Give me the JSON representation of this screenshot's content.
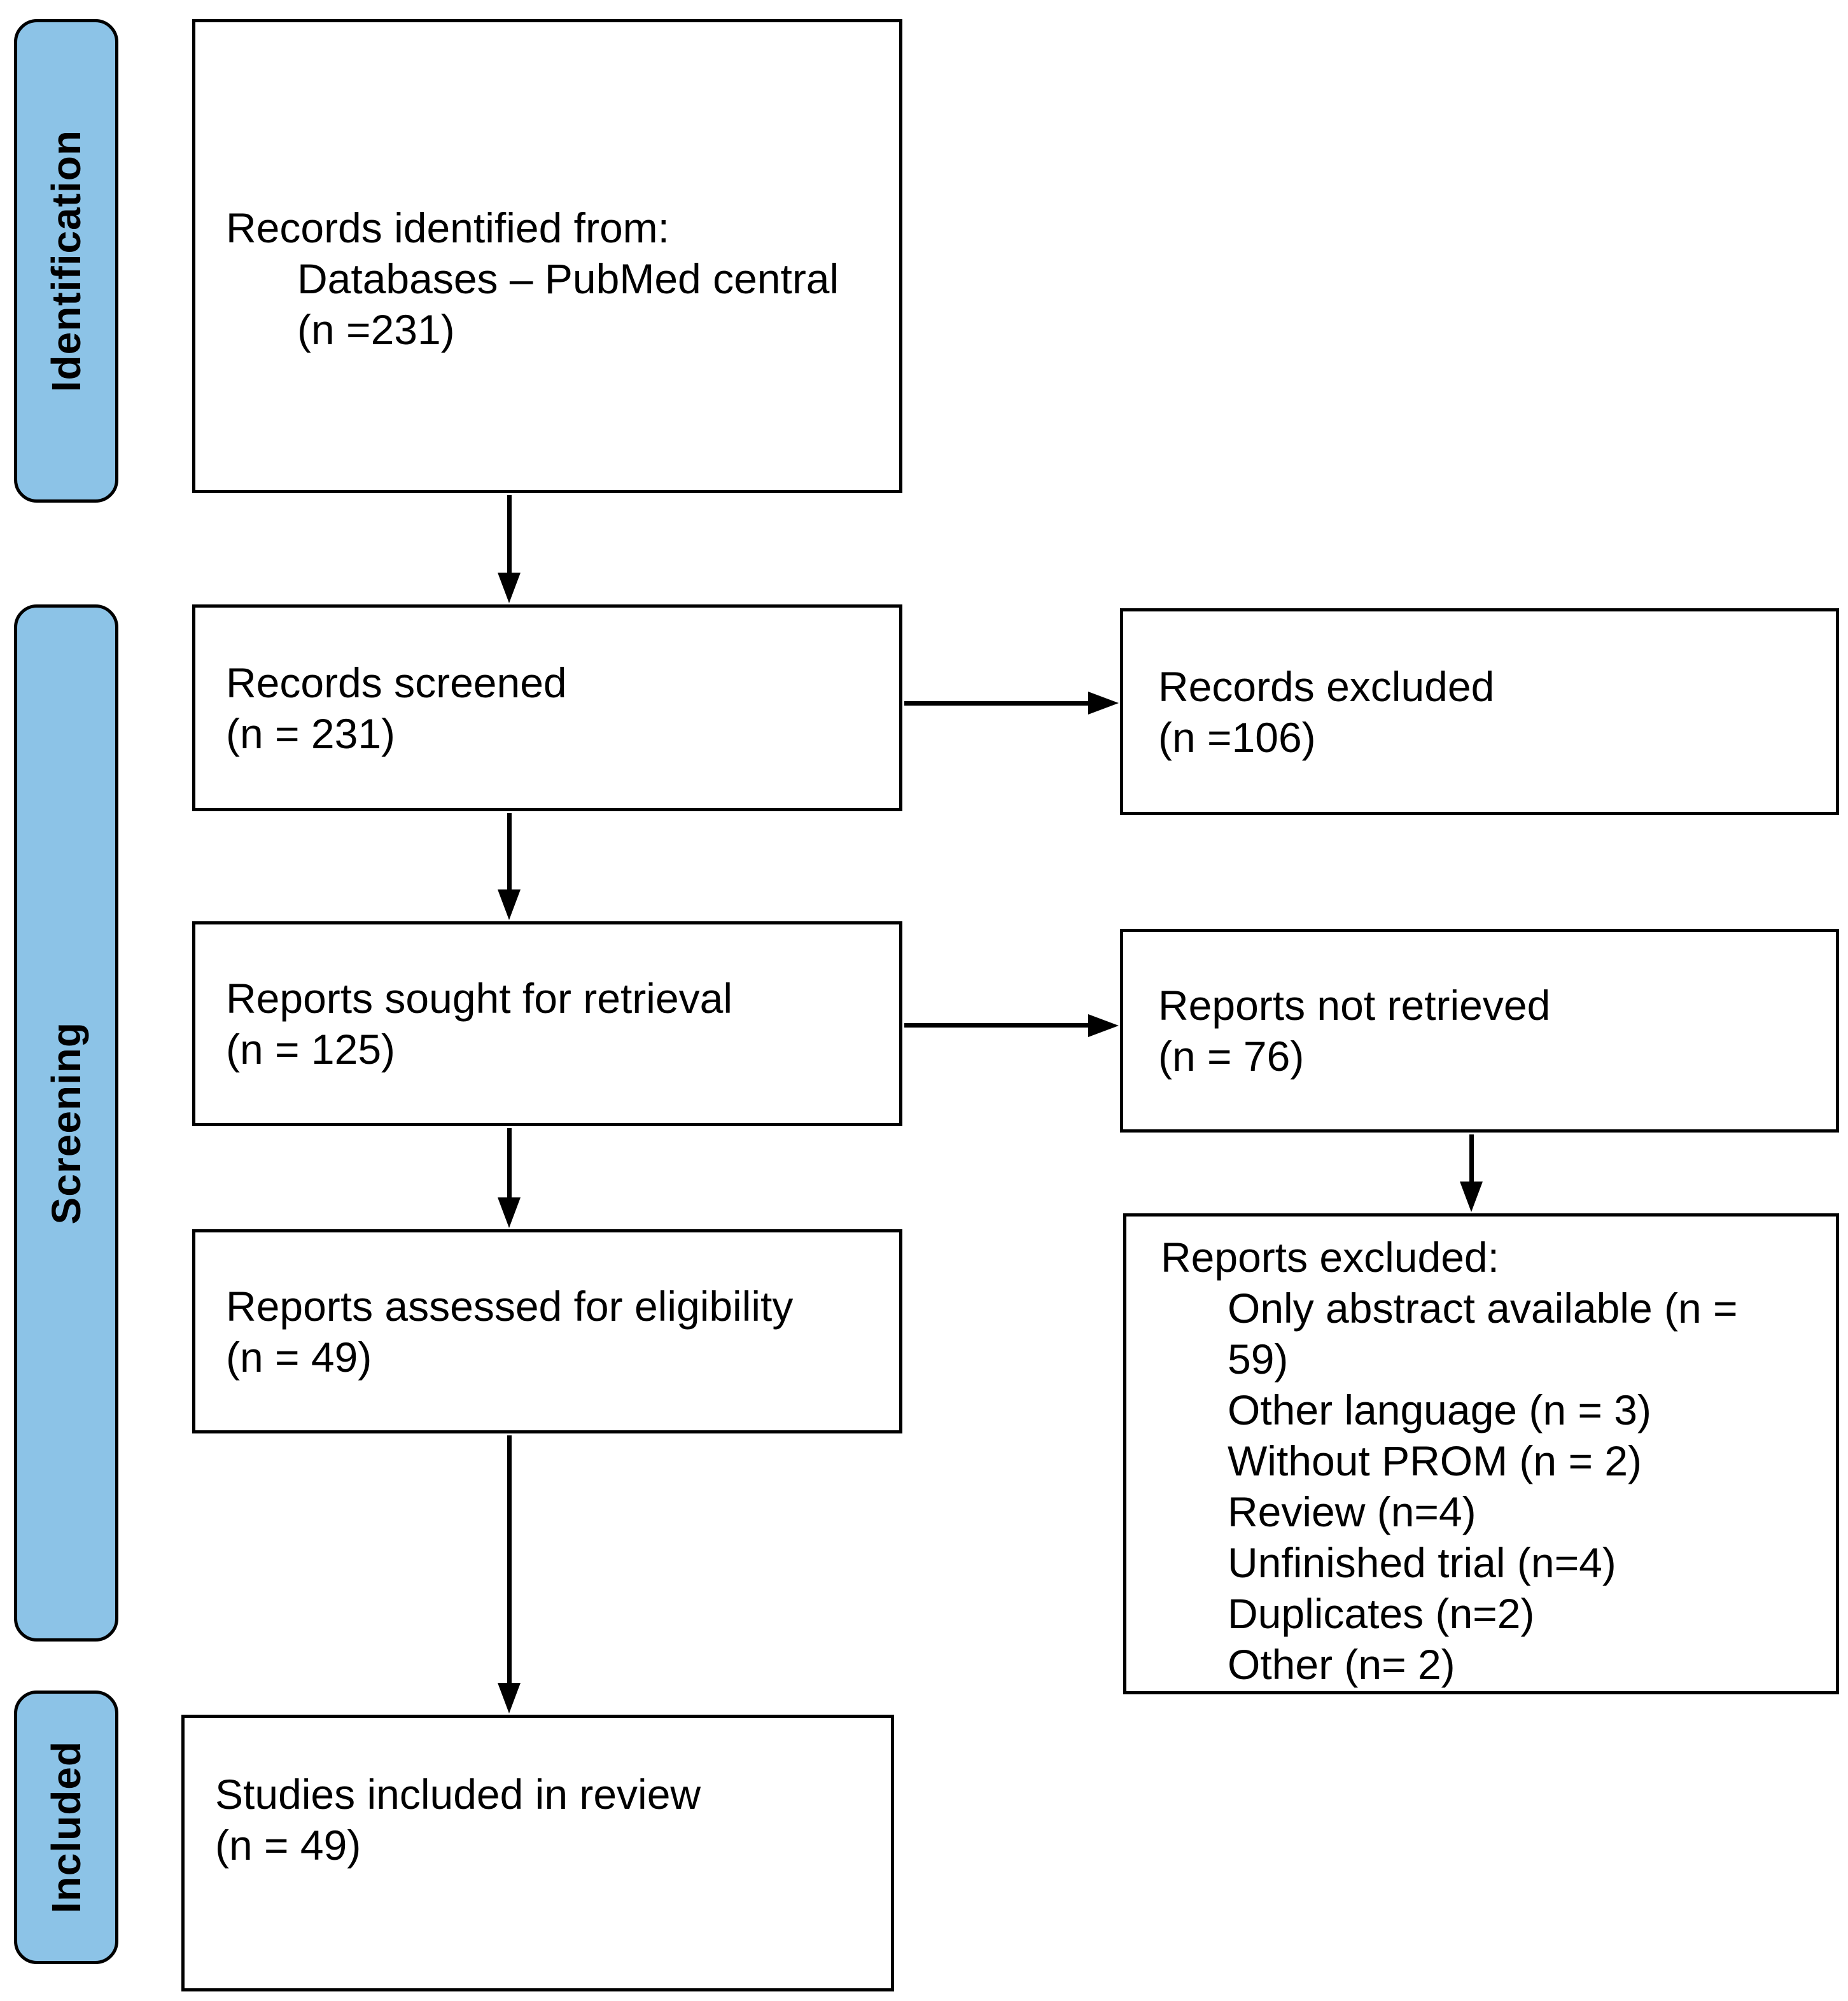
{
  "diagram": {
    "stages": [
      {
        "id": "identification",
        "label": "Identification"
      },
      {
        "id": "screening",
        "label": "Screening"
      },
      {
        "id": "included",
        "label": "Included"
      }
    ],
    "boxes": {
      "identified": {
        "line1": "Records identified from:",
        "line2": "Databases – PubMed central",
        "line3": "(n =231)"
      },
      "screened": {
        "line1": "Records screened",
        "line2": "(n = 231)"
      },
      "sought": {
        "line1": "Reports sought for retrieval",
        "line2": "(n = 125)"
      },
      "assessed": {
        "line1": "Reports assessed for eligibility",
        "line2": "(n = 49)"
      },
      "included_box": {
        "line1": "Studies included in review",
        "line2": "(n = 49)"
      },
      "records_excluded": {
        "line1": "Records excluded",
        "line2": "(n =106)"
      },
      "reports_not_retrieved": {
        "line1": "Reports not retrieved",
        "line2": "(n = 76)"
      },
      "reports_excluded": {
        "title": "Reports excluded:",
        "items": [
          "Only abstract available (n = 59)",
          "Other language (n = 3)",
          "Without PROM (n = 2)",
          "Review (n=4)",
          "Unfinished trial (n=4)",
          "Duplicates (n=2)",
          "Other (n= 2)"
        ]
      }
    },
    "colors": {
      "stage_fill": "#8CC3E7",
      "box_border": "#000000",
      "text": "#000000",
      "background": "#FFFFFF"
    }
  }
}
